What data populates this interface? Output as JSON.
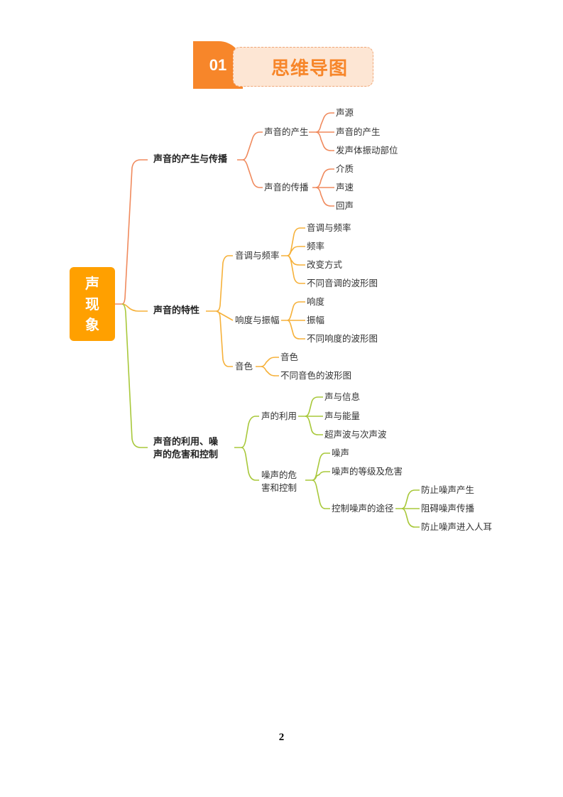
{
  "header": {
    "number": "01",
    "title": "思维导图"
  },
  "root": {
    "label": "声现象",
    "chars": [
      "声",
      "现",
      "象"
    ],
    "color": "#ffa000"
  },
  "colors": {
    "branch1": "#f08a5d",
    "branch2": "#f6b13a",
    "branch3": "#a8c83a"
  },
  "branches": [
    {
      "label": "声音的产生与传播",
      "children": [
        {
          "label": "声音的产生",
          "children": [
            "声源",
            "声音的产生",
            "发声体振动部位"
          ]
        },
        {
          "label": "声音的传播",
          "children": [
            "介质",
            "声速",
            "回声"
          ]
        }
      ]
    },
    {
      "label": "声音的特性",
      "children": [
        {
          "label": "音调与频率",
          "children": [
            "音调与频率",
            "频率",
            "改变方式",
            "不同音调的波形图"
          ]
        },
        {
          "label": "响度与振幅",
          "children": [
            "响度",
            "振幅",
            "不同响度的波形图"
          ]
        },
        {
          "label": "音色",
          "children": [
            "音色",
            "不同音色的波形图"
          ]
        }
      ]
    },
    {
      "label_line1": "声音的利用、噪",
      "label_line2": "声的危害和控制",
      "children": [
        {
          "label": "声的利用",
          "children": [
            "声与信息",
            "声与能量",
            "超声波与次声波"
          ]
        },
        {
          "label_line1": "噪声的危",
          "label_line2": "害和控制",
          "children": [
            "噪声",
            "噪声的等级及危害",
            {
              "label": "控制噪声的途径",
              "children": [
                "防止噪声产生",
                "阻碍噪声传播",
                "防止噪声进入人耳"
              ]
            }
          ]
        }
      ]
    }
  ],
  "footer": {
    "page_number": "2"
  }
}
